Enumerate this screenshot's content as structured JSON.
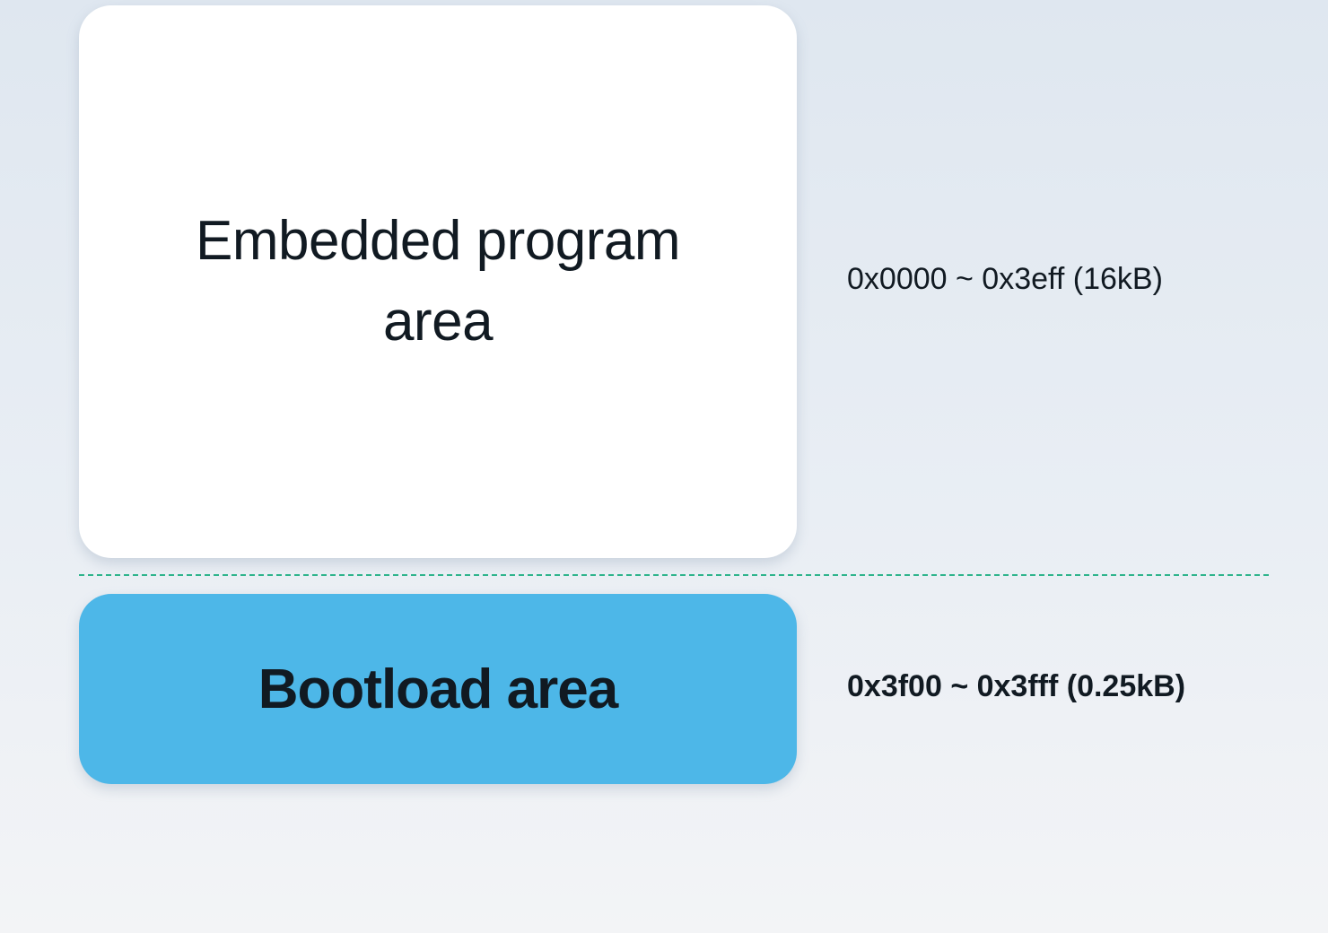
{
  "regions": [
    {
      "label": "Embedded program area",
      "range": "0x0000 ~ 0x3eff (16kB)",
      "fill": "#ffffff"
    },
    {
      "label": "Bootload area",
      "range": "0x3f00 ~ 0x3fff (0.25kB)",
      "fill": "#4db7e8"
    }
  ],
  "colors": {
    "divider": "#2fb48c",
    "text": "#111a22"
  }
}
